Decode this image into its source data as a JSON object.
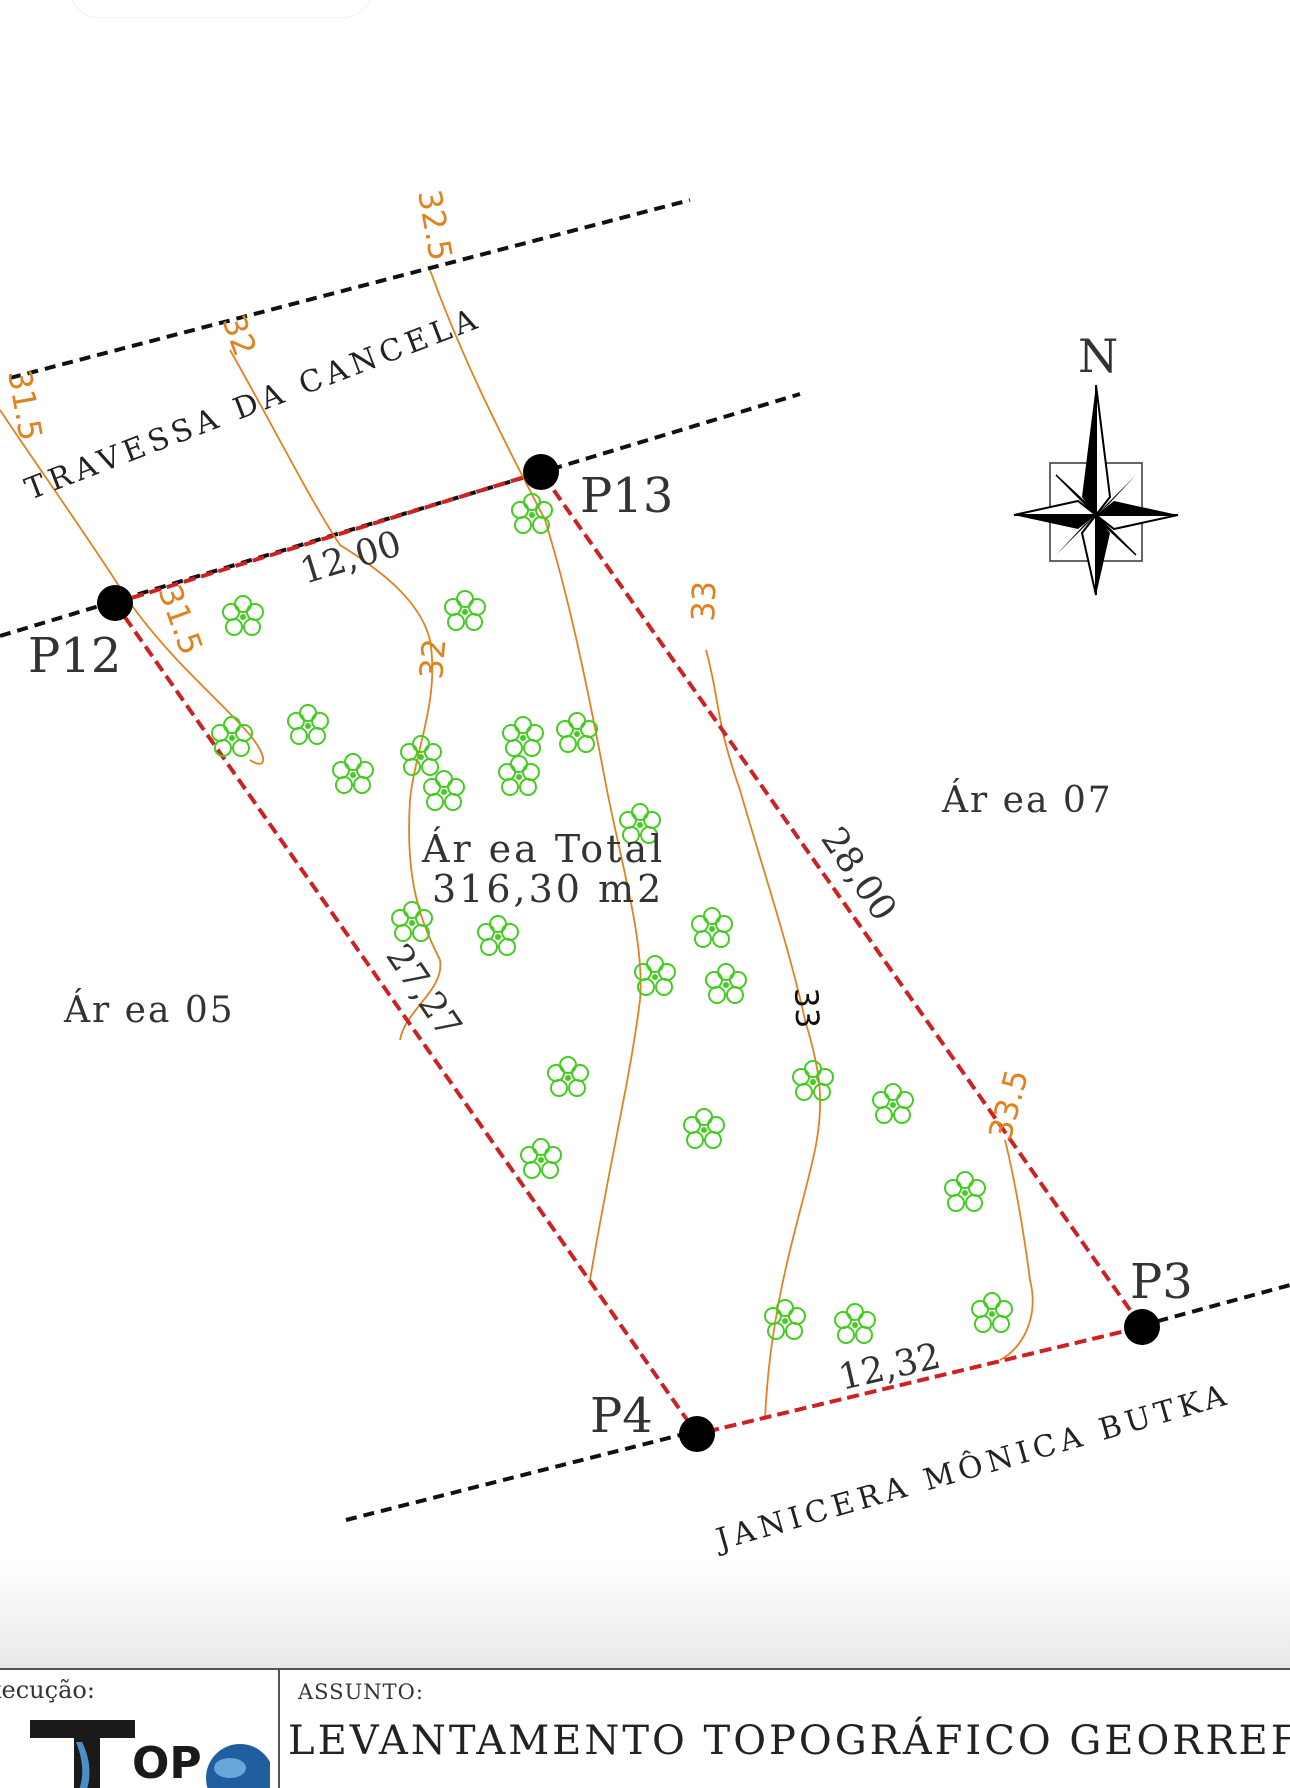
{
  "plan": {
    "street_top": "TRAVESSA DA CANCELA",
    "street_bottom": "JANICERA MÔNICA BUTKA",
    "area_left": "Ár ea  05",
    "area_right": "Ár ea  07",
    "total_area_label": "Ár ea  Total",
    "total_area_value": "316,30  m2",
    "points": {
      "p12": "P12",
      "p13": "P13",
      "p3": "P3",
      "p4": "P4"
    },
    "dimensions": {
      "top": "12,00",
      "right": "28,00",
      "left": "27,27",
      "bottom": "12,32"
    },
    "contours": {
      "c31_5_a": "31.5",
      "c31_5_b": "31.5",
      "c32_a": "32",
      "c32_b": "32",
      "c32_5": "32.5",
      "c33_a": "33",
      "c33_b": "33",
      "c33_5": "33.5"
    },
    "north_label": "N"
  },
  "title_block": {
    "execution_label": "xecução:",
    "logo_text": "OP",
    "subject_label": "ASSUNTO:",
    "subject_text": "LEVANTAMENTO  TOPOGRÁFICO    GEORREFER"
  },
  "colors": {
    "boundary": "#cc2222",
    "contour": "#e0821f",
    "vegetation": "#44cc22",
    "street_line": "#111111"
  }
}
